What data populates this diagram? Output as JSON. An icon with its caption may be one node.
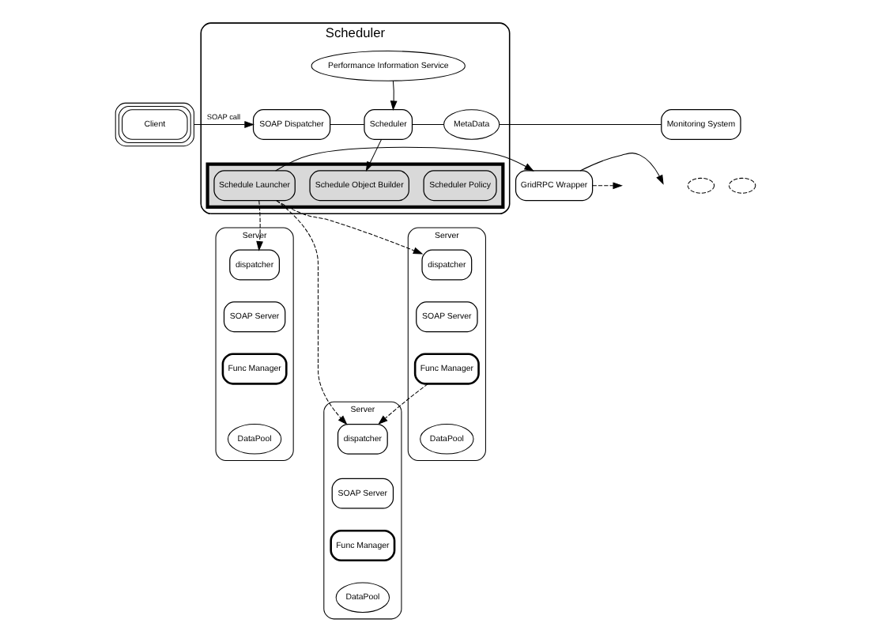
{
  "diagram": {
    "nodes": [
      {
        "text": [
          "Scheduler"
        ]
      },
      {
        "text": [
          "Client"
        ]
      },
      {
        "text": [
          "SOAP Dispatcher"
        ],
        "in": 0
      },
      {
        "text": [
          "Scheduler"
        ],
        "in": 0
      },
      {
        "text": [
          "Performance Information Service"
        ],
        "in": 0
      },
      {
        "text": [
          "MetaData"
        ],
        "in": 0
      },
      {
        "text": [],
        "shape": "box",
        "in": 0
      },
      {
        "text": [
          "Schedule Object Builder"
        ],
        "in": 6
      },
      {
        "text": [
          "Scheduler Policy"
        ],
        "in": 6
      },
      {
        "text": [
          "Schedule Launcher"
        ],
        "in": 6
      },
      {
        "text": [
          "GridRPC Wrapper"
        ]
      },
      {
        "text": [
          "Monitoring System"
        ]
      },
      {
        "text": [],
        "shape": "ellipse"
      },
      {
        "text": [],
        "shape": "ellipse"
      },
      {
        "text": [
          "Server"
        ]
      },
      {
        "text": [
          "dispatcher"
        ],
        "in": 14
      },
      {
        "text": [
          "SOAP Server"
        ],
        "in": 14
      },
      {
        "text": [
          "Func Manager"
        ],
        "in": 14
      },
      {
        "text": [
          "DataPool"
        ],
        "in": 14
      },
      {
        "text": [
          "Server"
        ]
      },
      {
        "text": [
          "dispatcher"
        ],
        "in": 19
      },
      {
        "text": [
          "SOAP Server"
        ],
        "in": 19
      },
      {
        "text": [
          "Func Manager"
        ],
        "in": 19
      },
      {
        "text": [
          "DataPool"
        ],
        "in": 19
      },
      {
        "text": [
          "Server"
        ]
      },
      {
        "text": [
          "dispatcher"
        ],
        "in": 24
      },
      {
        "text": [
          "SOAP Server"
        ],
        "in": 24
      },
      {
        "text": [
          "Func Manager"
        ],
        "in": 24
      },
      {
        "text": [
          "DataPool"
        ],
        "in": 24
      }
    ],
    "edges": [
      {
        "from": 1,
        "to": 2,
        "arrow": "to",
        "label": "SOAP call"
      },
      {
        "from": 2,
        "to": 3,
        "arrow": "none"
      },
      {
        "from": 4,
        "to": 3,
        "arrow": "to"
      },
      {
        "from": 3,
        "to": 5,
        "arrow": "none"
      },
      {
        "from": 5,
        "to": 11,
        "arrow": "none"
      },
      {
        "from": 3,
        "to": 7,
        "arrow": "to"
      },
      {
        "from": 9,
        "to": 10,
        "arrow": "to"
      },
      {
        "from": 10,
        "to": null,
        "arrow": "to"
      },
      {
        "from": 10,
        "to": null,
        "arrow": "to",
        "style": "dashed"
      },
      {
        "from": 9,
        "to": 15,
        "arrow": "to",
        "style": "dashed"
      },
      {
        "from": 17,
        "to": 20,
        "arrow": "to",
        "style": "dashed"
      },
      {
        "from": 9,
        "to": 20,
        "arrow": "to",
        "style": "dashed"
      },
      {
        "from": 9,
        "to": 25,
        "arrow": "to",
        "style": "dashed"
      }
    ]
  }
}
